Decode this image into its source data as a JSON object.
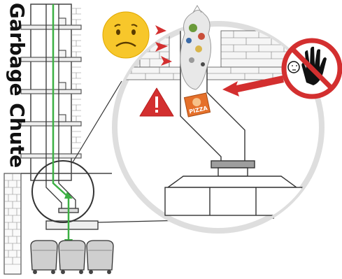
{
  "title": "Garbage Chute",
  "pizza_box_label": "PIZZA",
  "icons": {
    "sad_face": "sad-face-emoji",
    "warning": "warning-triangle-exclamation",
    "prohibition": "no-touching-hand-sign",
    "arrow": "red-pointing-arrow"
  },
  "colors": {
    "chute_line": "#2e2e2e",
    "flow_arrow": "#3cb043",
    "warning_red": "#d32f2f",
    "emoji_yellow": "#f7c72b",
    "magnifier_circle": "#dedede",
    "brick": "#bdbdbd",
    "pizza_box": "#e5702a"
  }
}
